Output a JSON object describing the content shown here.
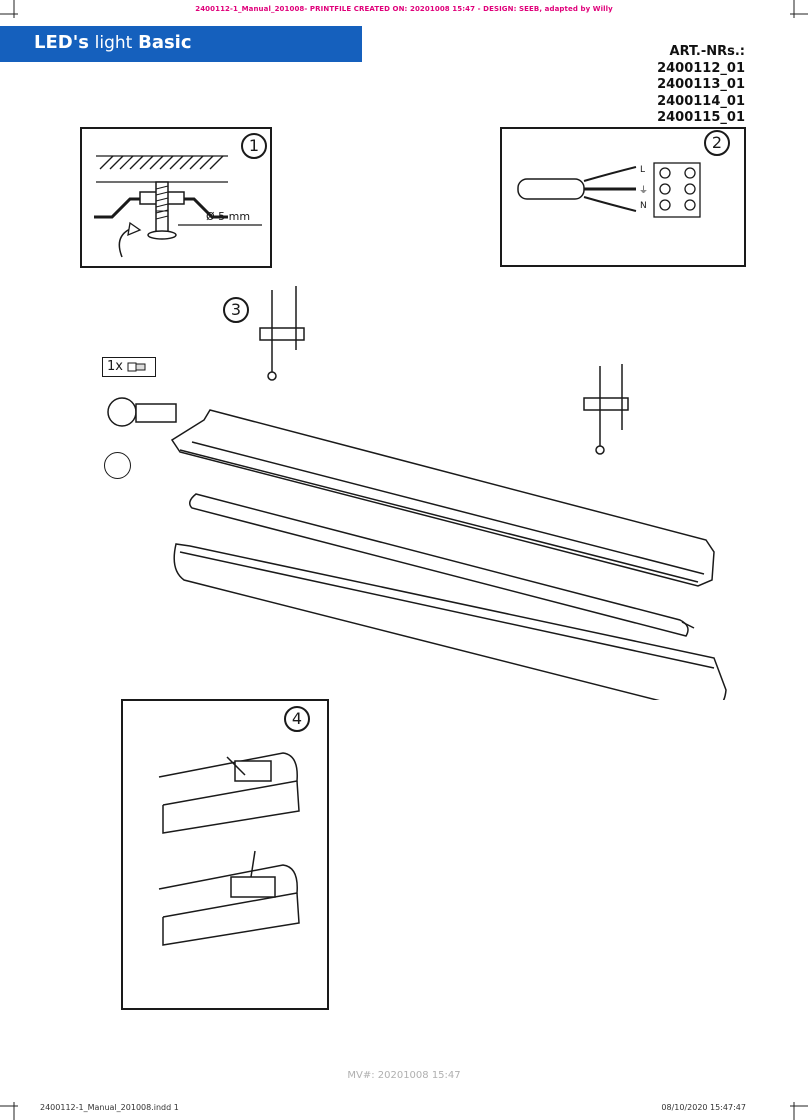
{
  "print_slug": "2400112-1_Manual_201008- PRINTFILE CREATED ON: 20201008 15:47 - DESIGN: SEEB, adapted by Willy",
  "brand": {
    "part1": "LED's",
    "part2": "light",
    "part3": "Basic",
    "color": "#1560bd"
  },
  "article_numbers": {
    "label": "ART.-NRs.:",
    "items": [
      "2400112_01",
      "2400113_01",
      "2400114_01",
      "2400115_01"
    ]
  },
  "steps": [
    {
      "number": "1",
      "drill_label": "Ø 5 mm"
    },
    {
      "number": "2",
      "terminal_labels": [
        "L",
        "⏚",
        "N"
      ]
    },
    {
      "number": "3"
    },
    {
      "number": "4"
    }
  ],
  "accessory": {
    "quantity": "1x"
  },
  "mv_stamp": "MV#: 20201008 15:47",
  "footer": {
    "file": "2400112-1_Manual_201008.indd   1",
    "datetime": "08/10/2020   15:47:47"
  },
  "accent_color": "#e0007a"
}
